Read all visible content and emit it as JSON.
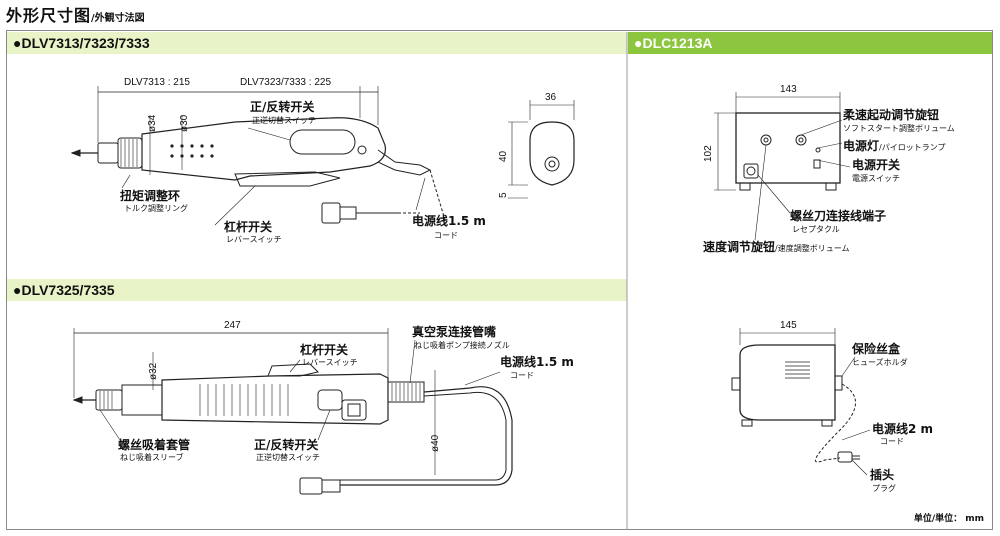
{
  "title": {
    "main": "外形尺寸图",
    "sub": "/外観寸法図"
  },
  "sections": {
    "dlv7313": "●DLV7313/7323/7333",
    "dlc1213a": "●DLC1213A",
    "dlv7325": "●DLV7325/7335"
  },
  "dlv7313": {
    "dim_len1": "DLV7313 : 215",
    "dim_len2": "DLV7323/7333 : 225",
    "dim_d34": "ø34",
    "dim_d30": "ø30",
    "dim_w36": "36",
    "dim_h40": "40",
    "dim_h5": "5",
    "fr_switch": "正/反转开关",
    "fr_switch_jp": "正逆切替スイッチ",
    "torque_ring": "扭矩调整环",
    "torque_ring_jp": "トルク調整リング",
    "lever_switch": "杠杆开关",
    "lever_switch_jp": "レバースイッチ",
    "power_cord": "电源线1.5 m",
    "power_cord_jp": "コード"
  },
  "dlc1213a": {
    "dim_w143": "143",
    "dim_h102": "102",
    "soft_start": "柔速起动调节旋钮",
    "soft_start_jp": "ソフトスタート調整ボリューム",
    "power_lamp": "电源灯",
    "power_lamp_jp": "/パイロットランプ",
    "power_switch": "电源开关",
    "power_switch_jp": "電源スイッチ",
    "receptacle": "螺丝刀连接线端子",
    "receptacle_jp": "レセプタクル",
    "speed_knob": "速度调节旋钮",
    "speed_knob_jp": "/速度調整ボリューム",
    "dim_w145": "145",
    "fuse_box": "保险丝盒",
    "fuse_box_jp": "ヒューズホルダ",
    "power_cord2": "电源线2 m",
    "power_cord2_jp": "コード",
    "plug": "插头",
    "plug_jp": "プラグ"
  },
  "dlv7325": {
    "dim_len": "247",
    "dim_d32": "ø32",
    "dim_d40": "ø40",
    "vacuum_nozzle": "真空泵连接管嘴",
    "vacuum_nozzle_jp": "ねじ吸着ポンプ接続ノズル",
    "lever_switch": "杠杆开关",
    "lever_switch_jp": "レバースイッチ",
    "power_cord": "电源线1.5 m",
    "power_cord_jp": "コード",
    "sleeve": "螺丝吸着套管",
    "sleeve_jp": "ねじ吸着スリーブ",
    "fr_switch": "正/反转开关",
    "fr_switch_jp": "正逆切替スイッチ"
  },
  "unit": "单位/単位： mm"
}
